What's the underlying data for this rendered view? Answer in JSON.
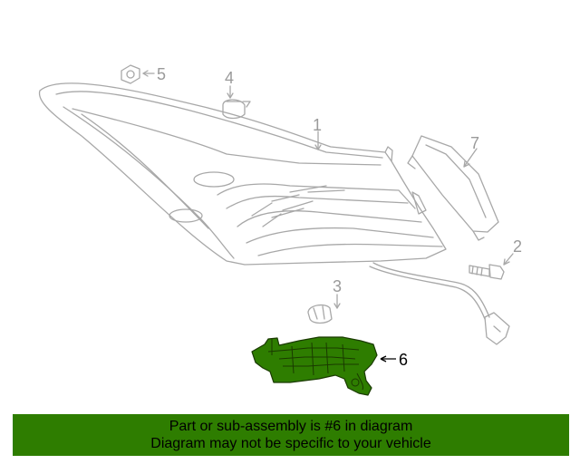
{
  "callouts": {
    "c1": "1",
    "c2": "2",
    "c3": "3",
    "c4": "4",
    "c5": "5",
    "c6": "6",
    "c7": "7"
  },
  "highlight_color": "#2e7d00",
  "footer": {
    "line1": "Part or sub-assembly is #6 in diagram",
    "line2": "Diagram may not be specific to your vehicle"
  }
}
